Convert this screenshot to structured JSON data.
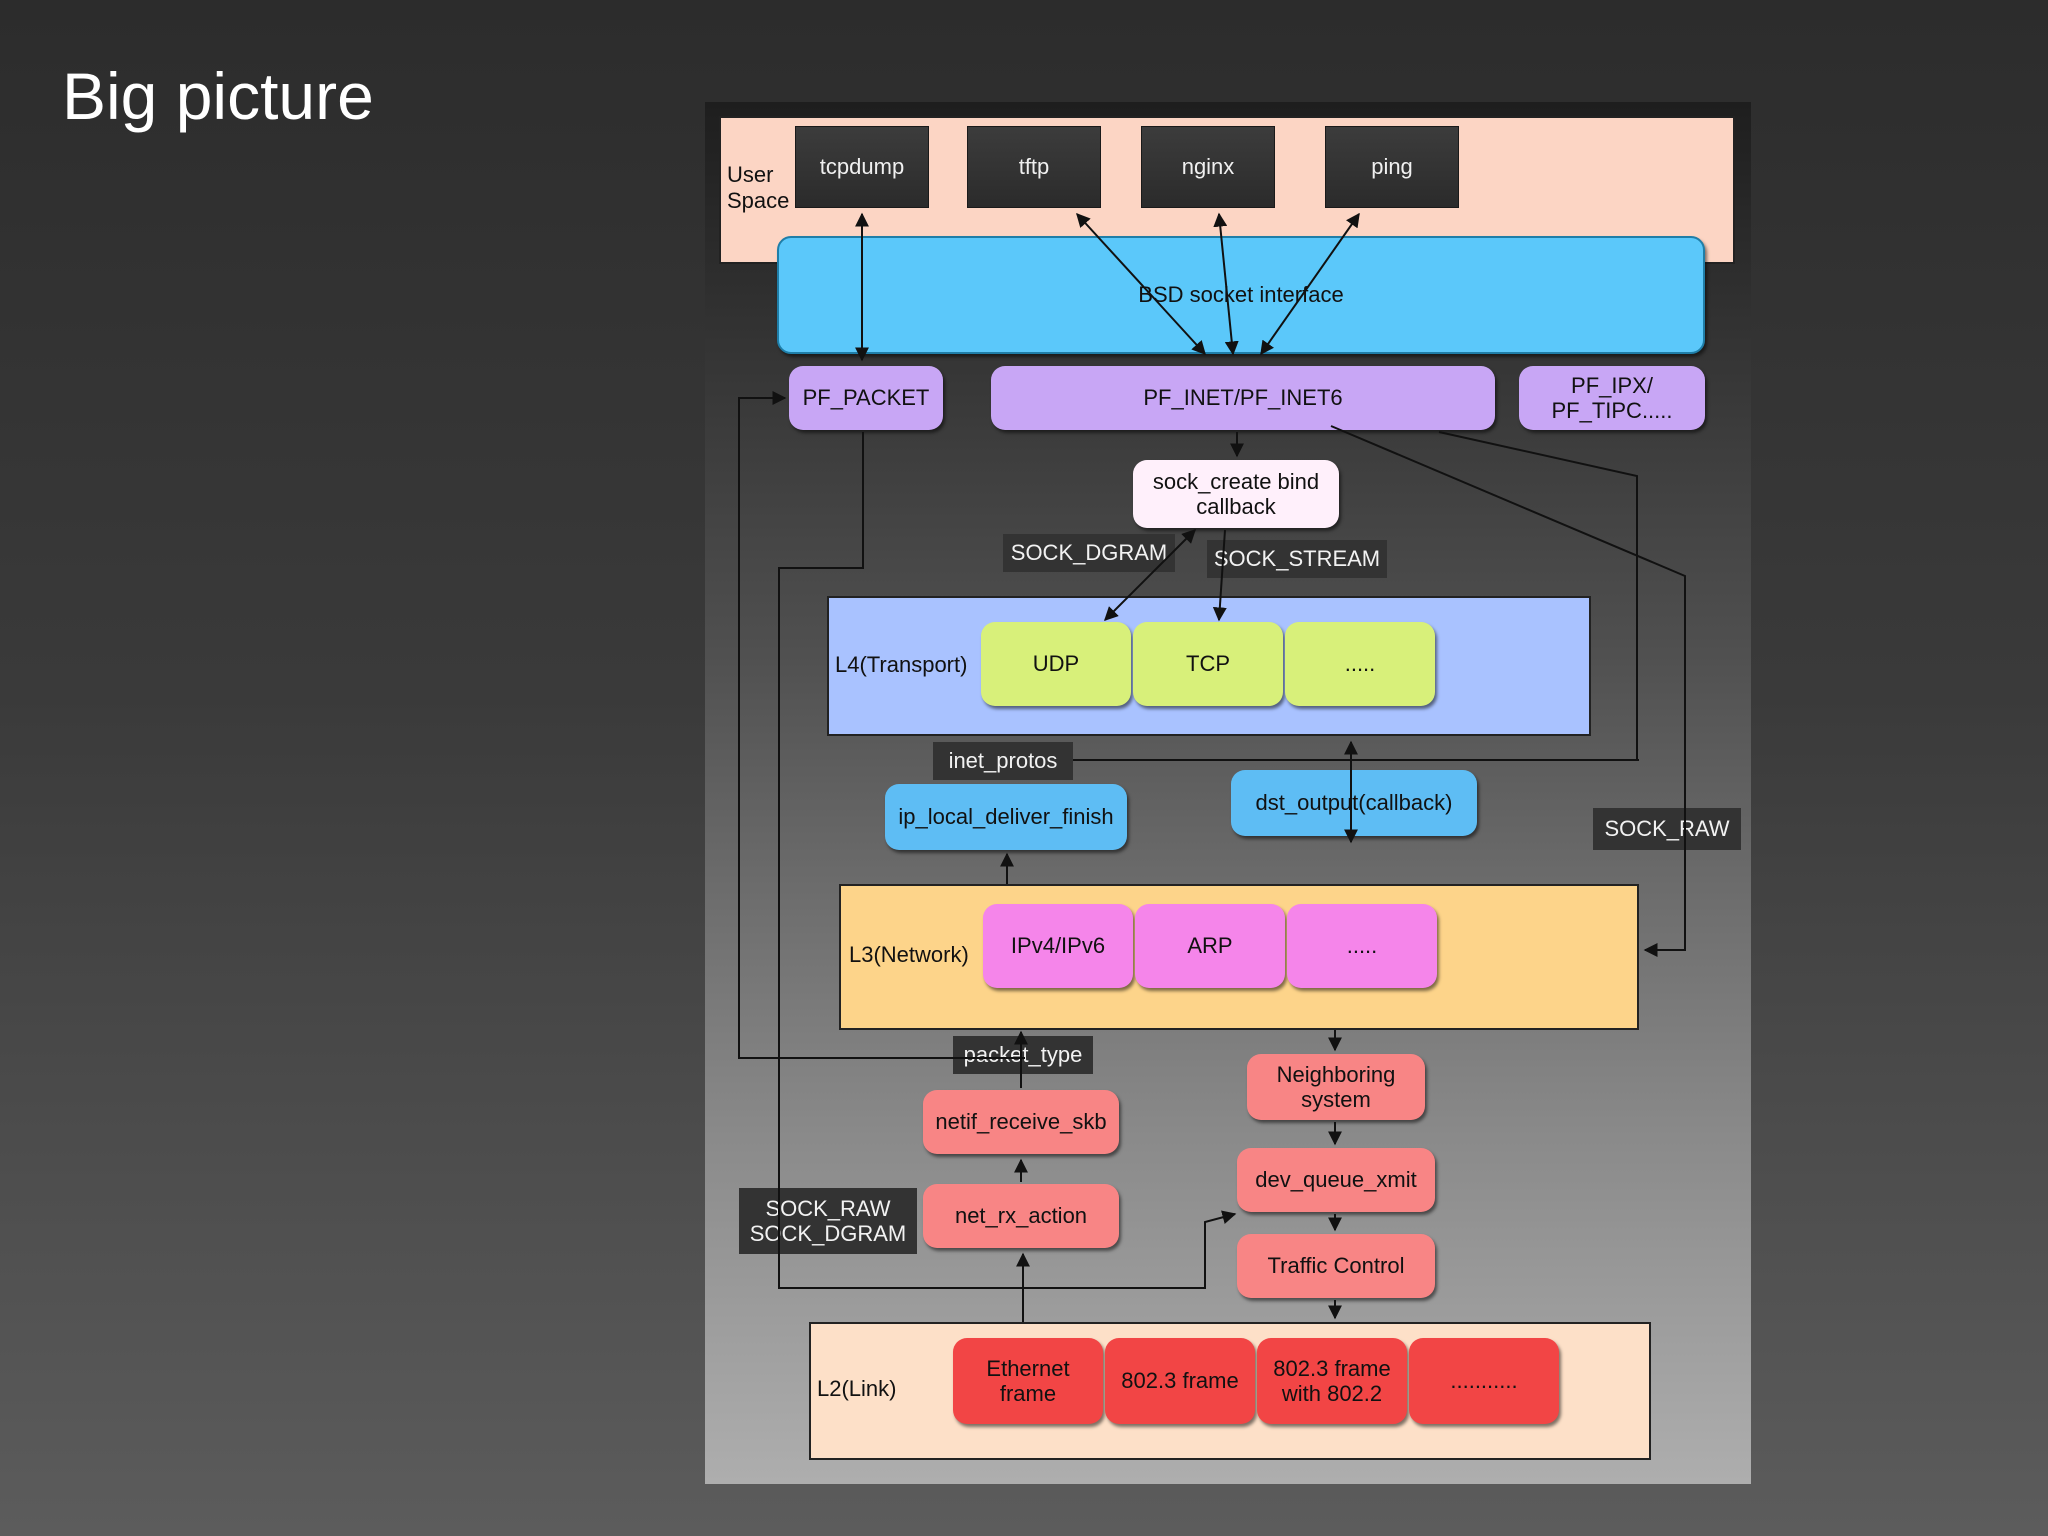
{
  "title": "Big picture",
  "user_space": {
    "label": "User\nSpace",
    "apps": [
      "tcpdump",
      "tftp",
      "nginx",
      "ping"
    ]
  },
  "bsd": "BSD socket interface",
  "families": {
    "packet": "PF_PACKET",
    "inet": "PF_INET/PF_INET6",
    "other": "PF_IPX/\nPF_TIPC....."
  },
  "sock_create": "sock_create bind\ncallback",
  "tags": {
    "sock_dgram": "SOCK_DGRAM",
    "sock_stream": "SOCK_STREAM",
    "inet_protos": "inet_protos",
    "sock_raw": "SOCK_RAW",
    "packet_type": "packet_type",
    "sock_raw_dgram": "SOCK_RAW\nSOCK_DGRAM"
  },
  "l4": {
    "label": "L4(Transport)",
    "items": [
      "UDP",
      "TCP",
      "....."
    ]
  },
  "ip_local": "ip_local_deliver_finish",
  "dst_output": "dst_output(callback)",
  "l3": {
    "label": "L3(Network)",
    "items": [
      "IPv4/IPv6",
      "ARP",
      "....."
    ]
  },
  "neighboring": "Neighboring\nsystem",
  "netif": "netif_receive_skb",
  "dev_queue": "dev_queue_xmit",
  "net_rx": "net_rx_action",
  "traffic": "Traffic Control",
  "l2": {
    "label": "L2(Link)",
    "items": [
      "Ethernet\nframe",
      "802.3 frame",
      "802.3 frame\nwith 802.2",
      "..........."
    ]
  },
  "colors": {
    "user_space": "#fcd5c4",
    "bsd": "#5bc8fa",
    "pf": "#c8a6f5",
    "white_box": "#fff0fb",
    "l4_region": "#a9c2ff",
    "l4_item": "#d8f07a",
    "blue_box": "#5ebdf4",
    "l3_region": "#fdd48a",
    "l3_item": "#f585ea",
    "pink_box": "#f88585",
    "l2_region": "#fde0c8",
    "l2_item": "#f24545"
  }
}
